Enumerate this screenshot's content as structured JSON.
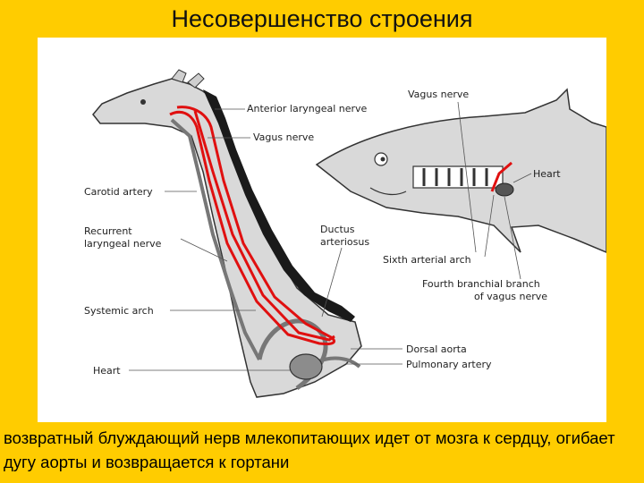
{
  "title": "Несовершенство строения",
  "caption": "возвратный блуждающий нерв млекопитающих идет от мозга к сердцу, огибает дугу аорты и возвращается к гортани",
  "figure": {
    "labels": {
      "anterior_laryngeal_nerve": "Anterior laryngeal nerve",
      "vagus_nerve_giraffe": "Vagus nerve",
      "carotid_artery": "Carotid artery",
      "recurrent_laryngeal_nerve_1": "Recurrent",
      "recurrent_laryngeal_nerve_2": "laryngeal nerve",
      "systemic_arch": "Systemic arch",
      "heart_giraffe": "Heart",
      "ductus_arteriosus_1": "Ductus",
      "ductus_arteriosus_2": "arteriosus",
      "vagus_nerve_shark": "Vagus nerve",
      "heart_shark": "Heart",
      "sixth_arterial_arch": "Sixth arterial arch",
      "fourth_branchial_branch_1": "Fourth branchial branch",
      "fourth_branchial_branch_2": "of vagus nerve",
      "dorsal_aorta": "Dorsal aorta",
      "pulmonary_artery": "Pulmonary artery"
    },
    "colors": {
      "background": "#ffcc00",
      "nerve_highlight": "#e01010",
      "body_fill": "#d9d9d9",
      "mane": "#1a1a1a"
    }
  }
}
